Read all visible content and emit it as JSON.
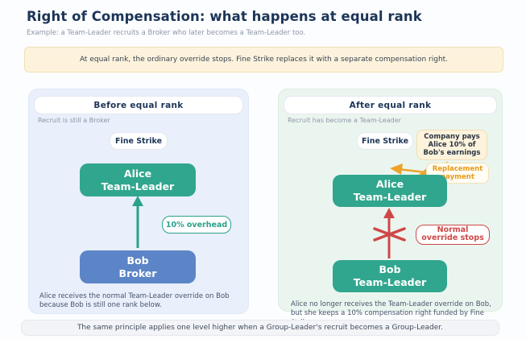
{
  "page": {
    "title": "Right of Compensation: what happens at equal rank",
    "subtitle": "Example: a Team-Leader recruits a Broker who later becomes a Team-Leader too.",
    "banner": "At equal rank, the ordinary override stops. Fine Strike replaces it with a separate compensation right.",
    "footer": "The same principle applies one level higher when a Group-Leader's recruit becomes a Group-Leader."
  },
  "left_panel": {
    "header": "Before equal rank",
    "note": "Recruit is still a Broker",
    "fine_strike": "Fine Strike",
    "alice": {
      "name": "Alice",
      "rank": "Team-Leader"
    },
    "bob": {
      "name": "Bob",
      "rank": "Broker"
    },
    "overhead_label": "10% overhead",
    "caption": "Alice receives the normal Team-Leader override on Bob because Bob is still one rank below."
  },
  "right_panel": {
    "header": "After equal rank",
    "note": "Recruit has become a Team-Leader",
    "fine_strike": "Fine Strike",
    "company_note": "Company pays Alice 10% of Bob's earnings",
    "replacement_label": "Replacement payment",
    "override_label": "Normal override stops",
    "alice": {
      "name": "Alice",
      "rank": "Team-Leader"
    },
    "bob": {
      "name": "Bob",
      "rank": "Team-Leader"
    },
    "caption": "Alice no longer receives the Team-Leader override on Bob, but she keeps a 10% compensation right funded by Fine Strike."
  },
  "colors": {
    "title_navy": "#1c3557",
    "teal_node": "#31a68e",
    "blue_node": "#5b85c6",
    "red_accent": "#cf4747",
    "orange_accent": "#e8991c",
    "cream_bg": "#fdf3dd",
    "cream_border": "#f0ddb0",
    "left_panel_bg": "#e9effb",
    "right_panel_bg": "#ebf5ef",
    "footer_bg": "#f2f4f7"
  }
}
